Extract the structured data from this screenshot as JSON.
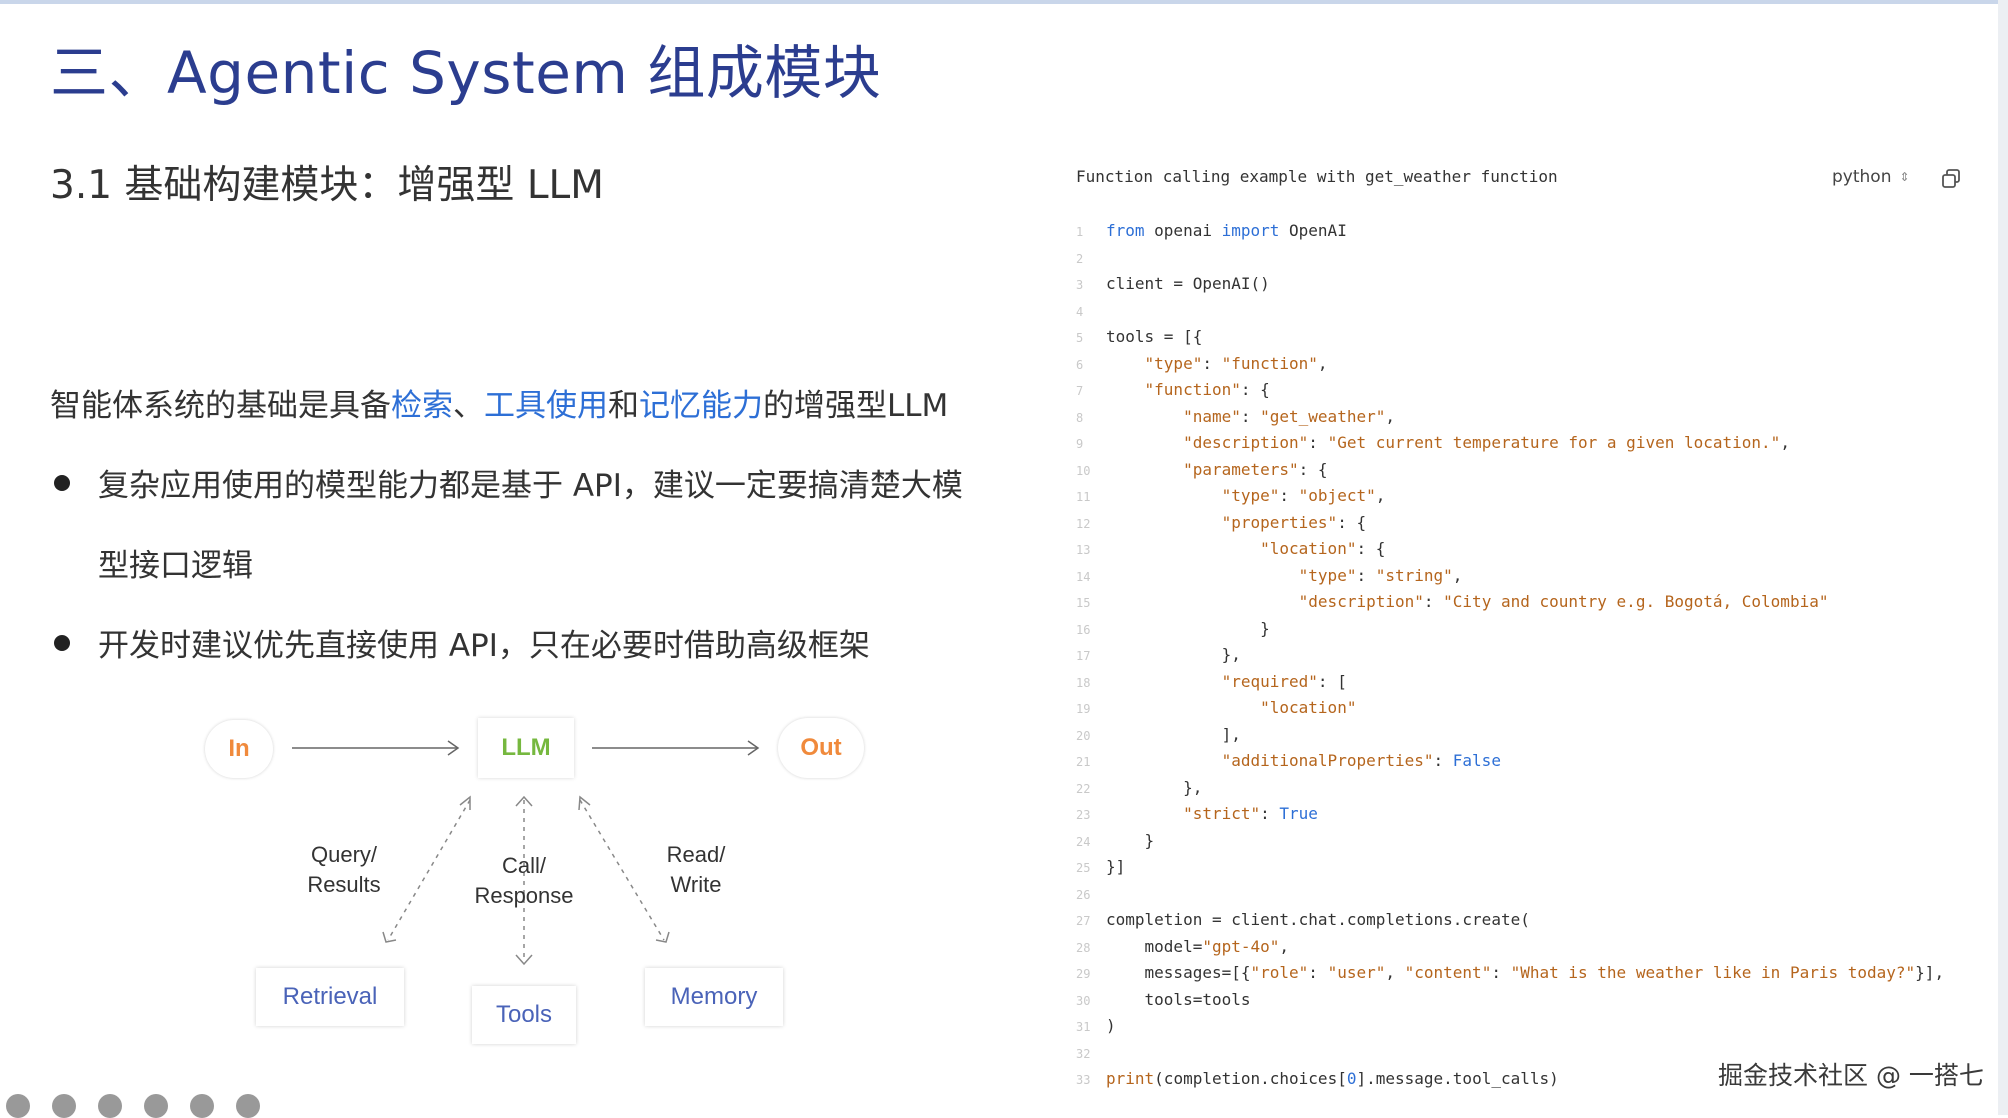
{
  "slide": {
    "title": "三、Agentic System 组成模块",
    "section": "3.1 基础构建模块：增强型 LLM"
  },
  "intro": {
    "prefix": "智能体系统的基础是具备",
    "h1": "检索",
    "sep": "、",
    "h2": "工具使用",
    "and": "和",
    "h3": "记忆能力",
    "suffix": "的增强型LLM",
    "highlight_color": "#2d6fd6"
  },
  "bullets": {
    "b1_line1": "复杂应用使用的模型能力都是基于 API，建议一定要搞清楚大模",
    "b1_line2": "型接口逻辑",
    "b2": "开发时建议优先直接使用 API，只在必要时借助高级框架"
  },
  "diagram": {
    "in": "In",
    "llm": "LLM",
    "out": "Out",
    "retrieval": "Retrieval",
    "tools": "Tools",
    "memory": "Memory",
    "edge1_l1": "Query/",
    "edge1_l2": "Results",
    "edge2_l1": "Call/",
    "edge2_l2": "Response",
    "edge3_l1": "Read/",
    "edge3_l2": "Write",
    "colors": {
      "io": "#f08a3c",
      "llm": "#76b83f",
      "module": "#4a63b8"
    }
  },
  "code": {
    "header": "Function calling example with get_weather function",
    "language": "python",
    "lines": [
      {
        "n": "1",
        "t": "from openai import OpenAI"
      },
      {
        "n": "2",
        "t": ""
      },
      {
        "n": "3",
        "t": "client = OpenAI()"
      },
      {
        "n": "4",
        "t": ""
      },
      {
        "n": "5",
        "t": "tools = [{"
      },
      {
        "n": "6",
        "t": "    \"type\": \"function\","
      },
      {
        "n": "7",
        "t": "    \"function\": {"
      },
      {
        "n": "8",
        "t": "        \"name\": \"get_weather\","
      },
      {
        "n": "9",
        "t": "        \"description\": \"Get current temperature for a given location.\","
      },
      {
        "n": "10",
        "t": "        \"parameters\": {"
      },
      {
        "n": "11",
        "t": "            \"type\": \"object\","
      },
      {
        "n": "12",
        "t": "            \"properties\": {"
      },
      {
        "n": "13",
        "t": "                \"location\": {"
      },
      {
        "n": "14",
        "t": "                    \"type\": \"string\","
      },
      {
        "n": "15",
        "t": "                    \"description\": \"City and country e.g. Bogotá, Colombia\""
      },
      {
        "n": "16",
        "t": "                }"
      },
      {
        "n": "17",
        "t": "            },"
      },
      {
        "n": "18",
        "t": "            \"required\": ["
      },
      {
        "n": "19",
        "t": "                \"location\""
      },
      {
        "n": "20",
        "t": "            ],"
      },
      {
        "n": "21",
        "t": "            \"additionalProperties\": False"
      },
      {
        "n": "22",
        "t": "        },"
      },
      {
        "n": "23",
        "t": "        \"strict\": True"
      },
      {
        "n": "24",
        "t": "    }"
      },
      {
        "n": "25",
        "t": "}]"
      },
      {
        "n": "26",
        "t": ""
      },
      {
        "n": "27",
        "t": "completion = client.chat.completions.create("
      },
      {
        "n": "28",
        "t": "    model=\"gpt-4o\","
      },
      {
        "n": "29",
        "t": "    messages=[{\"role\": \"user\", \"content\": \"What is the weather like in Paris today?\"}],"
      },
      {
        "n": "30",
        "t": "    tools=tools"
      },
      {
        "n": "31",
        "t": ")"
      },
      {
        "n": "32",
        "t": ""
      },
      {
        "n": "33",
        "t": "print(completion.choices[0].message.tool_calls)"
      }
    ]
  },
  "watermark": "掘金技术社区 @ 一搭七"
}
